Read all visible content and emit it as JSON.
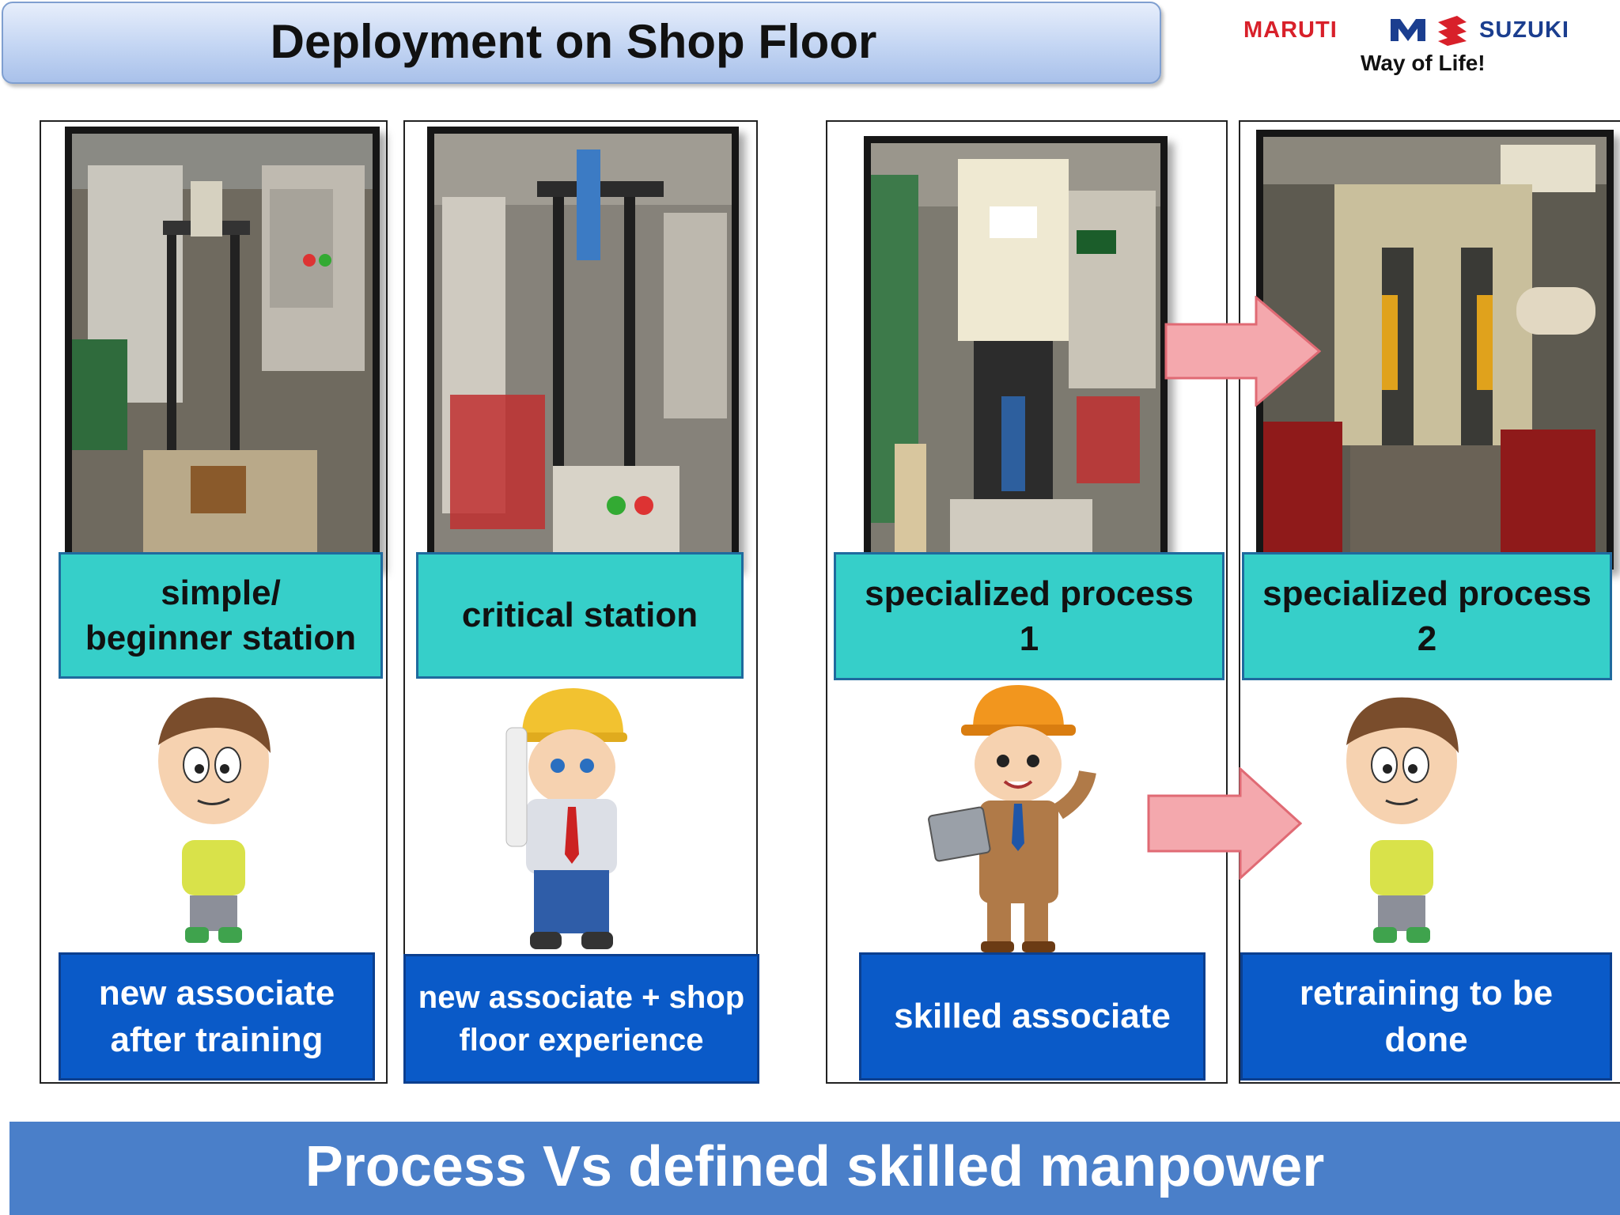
{
  "header": {
    "title": "Deployment on Shop Floor"
  },
  "logo": {
    "brand_left": "MARUTI",
    "brand_right": "SUZUKI",
    "tagline": "Way of Life!"
  },
  "columns": [
    {
      "station": "simple/\nbeginner station",
      "person": "new associate\nafter training",
      "photo_icon": "machine-photo",
      "figure_icon": "boy-icon"
    },
    {
      "station": "critical station",
      "person": "new associate + shop\nfloor experience",
      "photo_icon": "machine-photo",
      "figure_icon": "worker-hardhat-icon"
    },
    {
      "station": "specialized process\n1",
      "person": "skilled associate",
      "photo_icon": "machine-photo",
      "figure_icon": "engineer-laptop-icon"
    },
    {
      "station": "specialized process\n2",
      "person": "retraining to be\ndone",
      "photo_icon": "machine-photo",
      "figure_icon": "boy-icon"
    }
  ],
  "colors": {
    "station_fill": "#36cfc9",
    "person_fill": "#0a5ac8",
    "banner_fill": "#4a7fc9",
    "arrow_fill": "#f4a8ad"
  },
  "footer": {
    "banner": "Process Vs defined skilled manpower"
  }
}
